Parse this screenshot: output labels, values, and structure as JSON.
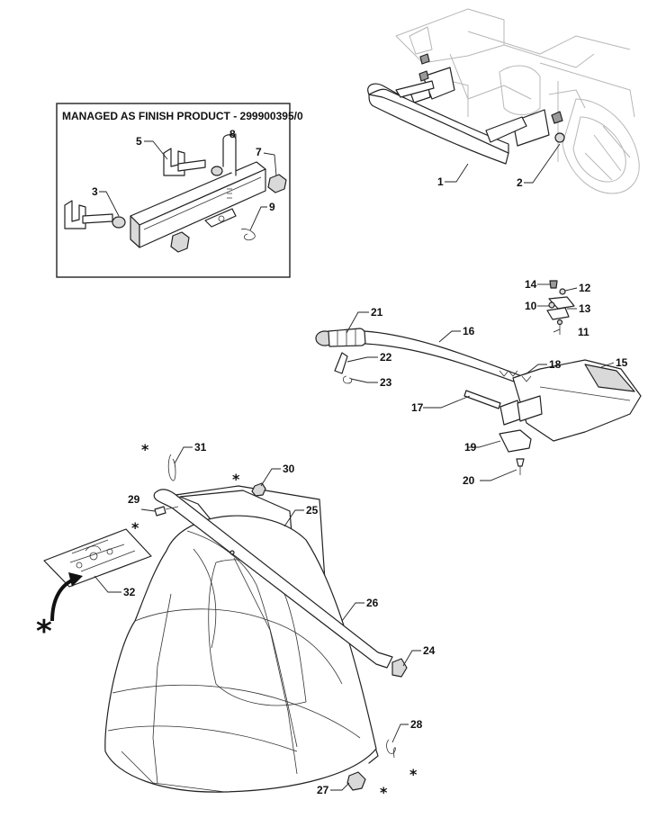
{
  "inset": {
    "title": "MANAGED AS FINISH PRODUCT - 299900395/0"
  },
  "callouts": {
    "p1": "1",
    "p2": "2",
    "p3": "3",
    "p5": "5",
    "p7": "7",
    "p8": "8",
    "p9": "9",
    "p10": "10",
    "p11": "11",
    "p12": "12",
    "p13": "13",
    "p14": "14",
    "p15": "15",
    "p16": "16",
    "p17": "17",
    "p18": "18",
    "p19": "19",
    "p20": "20",
    "p21": "21",
    "p22": "22",
    "p23": "23",
    "p24": "24",
    "p25": "25",
    "p26": "26",
    "p27": "27",
    "p28": "28",
    "p29": "29",
    "p30": "30",
    "p31": "31",
    "p32": "32"
  },
  "marker": "*"
}
